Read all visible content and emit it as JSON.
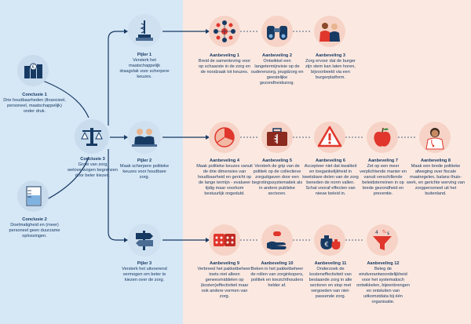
{
  "colors": {
    "navy": "#173a63",
    "red": "#e0362c",
    "lightblue": "#d6e7f6",
    "peach": "#fbe9e1",
    "pillar_circle": "#cfe0f0",
    "conclusion_circle": "#c8dcee",
    "rec_circle": "#f6d3c6"
  },
  "conclusions": [
    {
      "title": "Conclusie 1",
      "text": "Drie houdbaarheden (financieel, personeel, maatschappelijk) onder druk.",
      "icon": "euro-coins-icon"
    },
    {
      "title": "Conclusie 3",
      "text": "Groei van zorg weloverwogen begrenzen door beter kiezen.",
      "icon": "balance-scale-icon"
    },
    {
      "title": "Conclusie 2",
      "text": "Doelmatigheid en (meer) personeel geen duurzame oplossingen.",
      "icon": "measuring-beaker-icon"
    }
  ],
  "pillars": [
    {
      "title": "Pijler 1",
      "text": "Versterk het maatschappelijk draagvlak voor scherpere keuzes.",
      "icon": "caduceus-pedestal-icon"
    },
    {
      "title": "Pijler 2",
      "text": "Maak scherpere politieke keuzes voor houdbare zorg.",
      "icon": "politicians-icon"
    },
    {
      "title": "Pijler 3",
      "text": "Versterk het uitvoerend vermogen om beter te kiezen over de zorg.",
      "icon": "signpost-icon"
    }
  ],
  "recommendations": [
    {
      "title": "Aanbeveling 1",
      "text": "Breid de samenleving voor op schaarste in de zorg en de noodzaak tot keuzes.",
      "icon": "connected-people-icon"
    },
    {
      "title": "Aanbeveling 2",
      "text": "Ontwikkel een langetermijnvisie op de ouderenzorg, jeugdzorg en geestelijke gezondheidszorg.",
      "icon": "binoculars-icon"
    },
    {
      "title": "Aanbeveling 3",
      "text": "Zorg ervoor dat de burger zijn stem kan laten horen, bijvoorbeeld via een burgerplatform.",
      "icon": "people-group-icon"
    },
    {
      "title": "Aanbeveling 4",
      "text": "Maak politieke keuzes vanuit de drie dimensies van houdbaarheid en gericht op de lange termijn - evalueer tijdig maar voorkom bestuurlijk ongeduld.",
      "icon": "pie-chart-icon"
    },
    {
      "title": "Aanbeveling 5",
      "text": "Versterk de grip van de politiek op de collectieve zorguitgaven door een begrotingssystematiek als in andere publieke sectoren.",
      "icon": "medical-briefcase-icon"
    },
    {
      "title": "Aanbeveling 6",
      "text": "Accepteer niet dat kwaliteit en toegankelijkheid in kwetsbare delen van de zorg beneden de norm vallen. Schat vooraf effecten van nieuw beleid in.",
      "icon": "warning-triangle-icon"
    },
    {
      "title": "Aanbeveling 7",
      "text": "Zet op een meer verplichtende manier en vanuit verschillende beleidsterreinen in op brede gezondheid en preventie.",
      "icon": "apple-icon"
    },
    {
      "title": "Aanbeveling 8",
      "text": "Maak een brede politieke afweging over fiscale maatregelen, balans thuis-werk, en gerichte werving van zorgpersoneel uit het buitenland.",
      "icon": "healthcare-worker-icon"
    },
    {
      "title": "Aanbeveling 9",
      "text": "Verbreed het pakketbeheer: toets niet alleen geneesmiddelen op (kosten)effectiviteit maar ook andere vormen van zorg.",
      "icon": "pill-packs-icon"
    },
    {
      "title": "Aanbeveling 10",
      "text": "Beken in het pakketbeheer de rollen van zorginkopers, politiek en toezichthouders helder af.",
      "icon": "hand-pill-icon"
    },
    {
      "title": "Aanbeveling 11",
      "text": "Onderzoek de kosteneffectiviteit van bestaande zorg in alle sectoren en stop met vergoeden van niet-passende zorg.",
      "icon": "money-bags-icon"
    },
    {
      "title": "Aanbeveling 12",
      "text": "Beleg de eindverantwoordelijkheid voor het systematisch ontwikkelen, bijeenbrengen en ontsluiten van uitkomstdata bij één organisatie.",
      "icon": "funnel-data-icon"
    }
  ]
}
